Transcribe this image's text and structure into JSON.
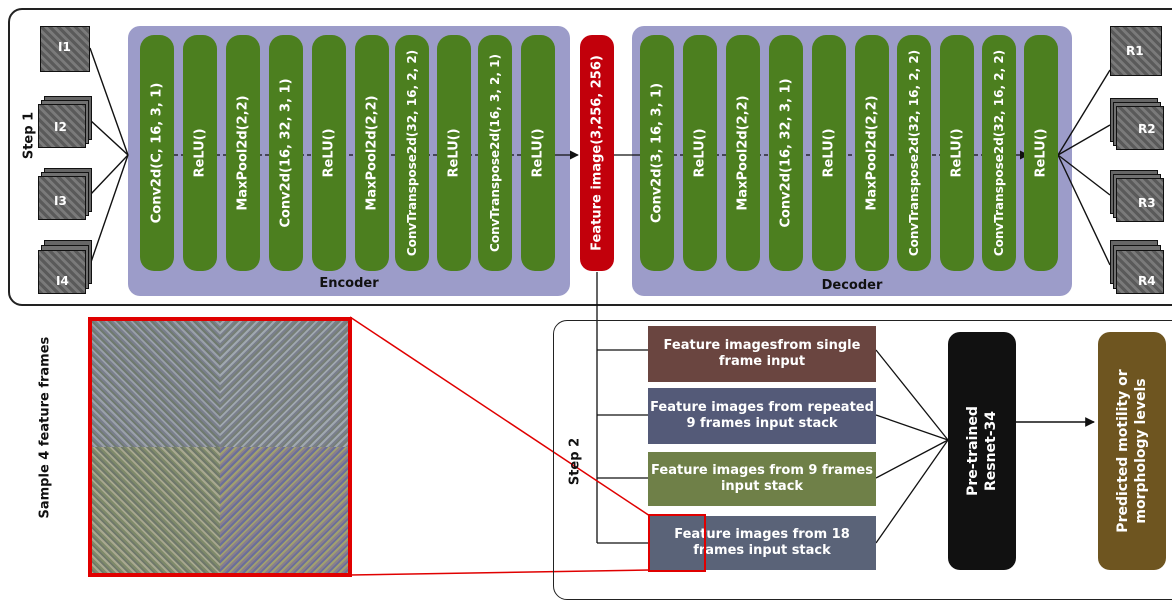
{
  "step1": {
    "label": "Step 1"
  },
  "step2": {
    "label": "Step 2"
  },
  "inputs": [
    "I1",
    "I2",
    "I3",
    "I4"
  ],
  "outputs": [
    "R1",
    "R2",
    "R3",
    "R4"
  ],
  "encoder": {
    "label": "Encoder",
    "layers": [
      "Conv2d(C, 16, 3, 1)",
      "ReLU()",
      "MaxPool2d(2,2)",
      "Conv2d(16, 32, 3, 1)",
      "ReLU()",
      "MaxPool2d(2,2)",
      "ConvTranspose2d(32, 16, 2, 2)",
      "ReLU()",
      "ConvTranspose2d(16, 3, 2, 1)",
      "ReLU()"
    ]
  },
  "feature": {
    "label": "Feature image(3,256, 256)"
  },
  "decoder": {
    "label": "Decoder",
    "layers": [
      "Conv2d(3, 16, 3, 1)",
      "ReLU()",
      "MaxPool2d(2,2)",
      "Conv2d(16, 32, 3, 1)",
      "ReLU()",
      "MaxPool2d(2,2)",
      "ConvTranspose2d(32, 16, 2, 2)",
      "ReLU()",
      "ConvTranspose2d(32, 16, 2, 2)",
      "ReLU()"
    ]
  },
  "sample": {
    "label": "Sample 4 feature frames"
  },
  "feature_sets": [
    "Feature imagesfrom single frame input",
    "Feature images from repeated 9 frames input stack",
    "Feature images from 9 frames input stack",
    "Feature images from 18 frames input stack"
  ],
  "resnet": {
    "label": "Pre-trained Resnet-34"
  },
  "prediction": {
    "label": "Predicted motility or morphology levels"
  },
  "colors": {
    "layer": "#4c7f1f",
    "panel": "#9c9cc9",
    "feature": "#c2000b",
    "highlight": "#e00000",
    "prediction": "#6e5520"
  }
}
